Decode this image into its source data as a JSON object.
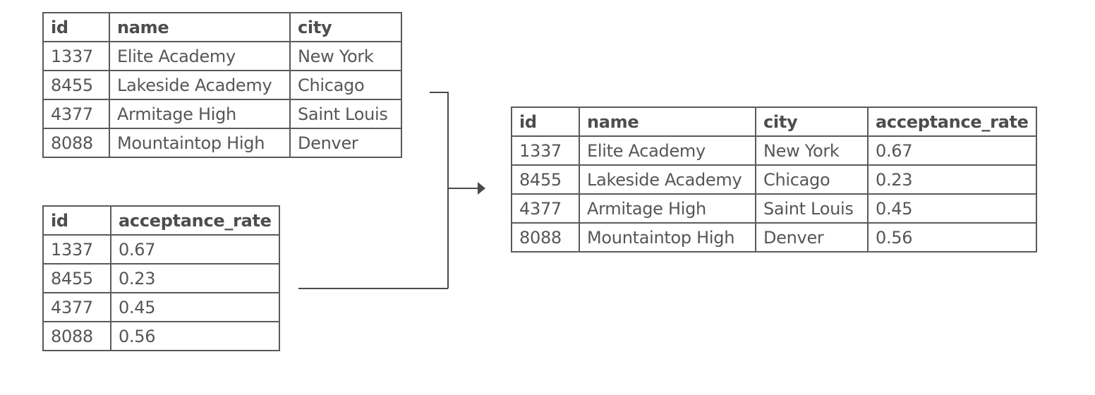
{
  "schools_table": {
    "headers": [
      "id",
      "name",
      "city"
    ],
    "rows": [
      [
        "1337",
        "Elite Academy",
        "New York"
      ],
      [
        "8455",
        "Lakeside Academy",
        "Chicago"
      ],
      [
        "4377",
        "Armitage High",
        "Saint Louis"
      ],
      [
        "8088",
        "Mountaintop High",
        "Denver"
      ]
    ]
  },
  "rates_table": {
    "headers": [
      "id",
      "acceptance_rate"
    ],
    "rows": [
      [
        "1337",
        "0.67"
      ],
      [
        "8455",
        "0.23"
      ],
      [
        "4377",
        "0.45"
      ],
      [
        "8088",
        "0.56"
      ]
    ]
  },
  "joined_table": {
    "headers": [
      "id",
      "name",
      "city",
      "acceptance_rate"
    ],
    "rows": [
      [
        "1337",
        "Elite Academy",
        "New York",
        "0.67"
      ],
      [
        "8455",
        "Lakeside Academy",
        "Chicago",
        "0.23"
      ],
      [
        "4377",
        "Armitage High",
        "Saint Louis",
        "0.45"
      ],
      [
        "8088",
        "Mountaintop High",
        "Denver",
        "0.56"
      ]
    ]
  },
  "colors": {
    "line": "#4a4a4a",
    "text": "#555555"
  }
}
